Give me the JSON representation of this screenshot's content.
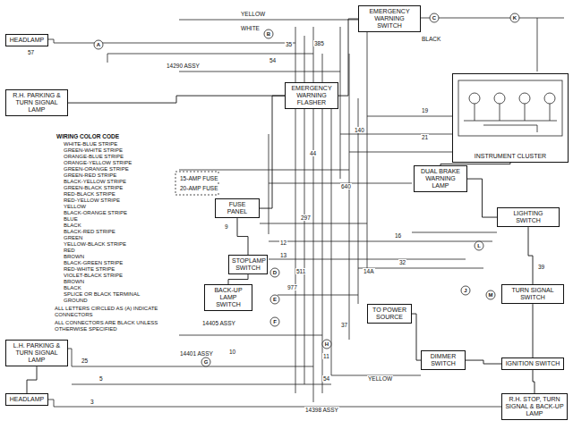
{
  "diagram": {
    "nodes": [
      {
        "text": [
          "HEADLAMP"
        ]
      },
      {
        "text": [
          "R.H. PARKING & TURN SIGNAL LAMP"
        ]
      },
      {
        "text": [
          "EMERGENCY WARNING SWITCH"
        ]
      },
      {
        "text": [
          "INSTRUMENT CLUSTER"
        ]
      },
      {
        "text": [
          "EMERGENCY WARNING FLASHER"
        ]
      },
      {
        "text": [
          "DUAL BRAKE WARNING LAMP"
        ]
      },
      {
        "text": [
          "FUSE PANEL"
        ]
      },
      {
        "text": [
          "LIGHTING SWITCH"
        ]
      },
      {
        "text": [
          "STOPLAMP SWITCH"
        ]
      },
      {
        "text": [
          "BACK-UP LAMP SWITCH"
        ]
      },
      {
        "text": [
          "TURN SIGNAL SWITCH"
        ]
      },
      {
        "text": [
          "TO POWER SOURCE"
        ]
      },
      {
        "text": [
          "DIMMER SWITCH"
        ]
      },
      {
        "text": [
          "IGNITION SWITCH"
        ]
      },
      {
        "text": [
          "L.H. PARKING & TURN SIGNAL LAMP"
        ]
      },
      {
        "text": [
          "HEADLAMP"
        ]
      },
      {
        "text": [
          "R.H. STOP, TURN SIGNAL & BACK-UP LAMP"
        ]
      }
    ],
    "edges": [
      {
        "from": 1,
        "to": 4,
        "arrow": "none"
      },
      {
        "from": 4,
        "to": 2,
        "arrow": "none"
      },
      {
        "from": 4,
        "to": 6,
        "arrow": "none"
      },
      {
        "from": 6,
        "to": 8,
        "arrow": "none"
      },
      {
        "from": 8,
        "to": 9,
        "arrow": "none"
      },
      {
        "from": 3,
        "to": 5,
        "arrow": "none"
      },
      {
        "from": 5,
        "to": 7,
        "arrow": "none"
      },
      {
        "from": 7,
        "to": 10,
        "arrow": "none"
      },
      {
        "from": 10,
        "to": 13,
        "arrow": "none"
      },
      {
        "from": 11,
        "to": 12,
        "arrow": "none"
      },
      {
        "from": 12,
        "to": 13,
        "arrow": "none"
      },
      {
        "from": 14,
        "to": 15,
        "arrow": "none"
      },
      {
        "from": 16,
        "to": 13,
        "arrow": "none"
      }
    ],
    "labels": [
      "WIRING COLOR CODE",
      "WHITE-BLUE STRIPE",
      "GREEN-WHITE STRIPE",
      "ORANGE-BLUE STRIPE",
      "ORANGE-YELLOW STRIPE",
      "GREEN-ORANGE STRIPE",
      "GREEN-RED STRIPE",
      "BLACK-YELLOW STRIPE",
      "GREEN-BLACK STRIPE",
      "RED-BLACK STRIPE",
      "RED-YELLOW STRIPE",
      "YELLOW",
      "BLACK-ORANGE STRIPE",
      "BLUE",
      "BLACK",
      "BLACK-RED STRIPE",
      "GREEN",
      "YELLOW-BLACK STRIPE",
      "RED",
      "BROWN",
      "BLACK-GREEN STRIPE",
      "RED-WHITE STRIPE",
      "VIOLET-BLACK STRIPE",
      "BROWN",
      "BLACK",
      "SPLICE OR BLACK TERMINAL",
      "GROUND",
      "ALL LETTERS CIRCLED AS (A) INDICATE CONNECTORS",
      "ALL CONNECTORS ARE BLACK UNLESS OTHERWISE SPECIFIED",
      "YELLOW",
      "WHITE",
      "35",
      "14290 ASSY",
      "57",
      "54",
      "BLACK",
      "385",
      "140",
      "44",
      "640",
      "15-AMP FUSE",
      "20-AMP FUSE",
      "297",
      "12",
      "13",
      "511",
      "977",
      "14A",
      "14405 ASSY",
      "14401 ASSY",
      "14398 ASSY",
      "37",
      "YELLOW",
      "25",
      "5",
      "3",
      "16",
      "32",
      "39",
      "9",
      "19",
      "21",
      "10",
      "11",
      "54",
      "A",
      "B",
      "C",
      "D",
      "E",
      "F",
      "G",
      "H",
      "J",
      "K",
      "L",
      "M"
    ]
  }
}
